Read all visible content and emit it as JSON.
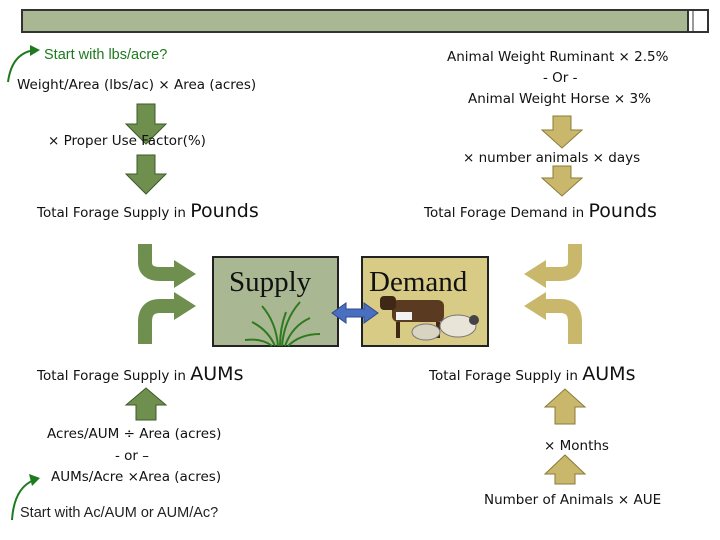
{
  "supply": {
    "start_note": "Start with lbs/acre?",
    "formula": "Weight/Area (lbs/ac) × Area (acres)",
    "use_factor": "× Proper Use Factor(%)",
    "total_pounds_prefix": "Total Forage Supply in",
    "total_pounds_unit": "Pounds",
    "box_label": "Supply",
    "total_aums_prefix": "Total Forage Supply in",
    "total_aums_unit": "AUMs",
    "alt_formula_1": "Acres/AUM ÷ Area (acres)",
    "alt_or": "- or –",
    "alt_formula_2": "AUMs/Acre ×Area (acres)",
    "start_note_2": "Start with Ac/AUM or AUM/Ac?"
  },
  "demand": {
    "weight_ruminant": "Animal Weight Ruminant × 2.5%",
    "or": "- Or -",
    "weight_horse": "Animal Weight Horse × 3%",
    "animals_days": "× number animals × days",
    "total_pounds_prefix": "Total Forage Demand in",
    "total_pounds_unit": "Pounds",
    "box_label": "Demand",
    "total_aums_prefix": "Total Forage Supply in",
    "total_aums_unit": "AUMs",
    "months": "× Months",
    "animals_aue": "Number of Animals × AUE"
  },
  "colors": {
    "supply_arrow": "#6f8f4e",
    "demand_arrow": "#c9b86b",
    "supply_box": "#a9b893",
    "demand_box": "#d8cb86",
    "double_arrow": "#4a6fc0",
    "note_green": "#1e7a1e"
  }
}
